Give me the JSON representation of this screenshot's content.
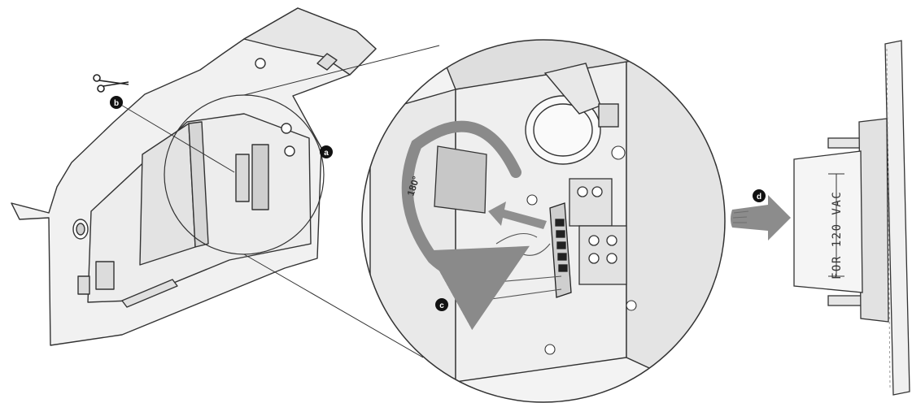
{
  "callouts": {
    "a": "a",
    "b": "b",
    "c": "c",
    "d": "d"
  },
  "rotation_label": "180°",
  "transformer_label": "FOR 120 VAC",
  "icons": {
    "scissors": "scissors-icon",
    "rotate_arrow": "rotate-arrow-icon",
    "insert_arrow": "insert-arrow-icon",
    "direction_arrow": "direction-arrow-icon"
  },
  "colors": {
    "line": "#333333",
    "panel_fill": "#f1f1f1",
    "arrow_gray": "#8a8a8a",
    "callout_fill": "#111111"
  }
}
